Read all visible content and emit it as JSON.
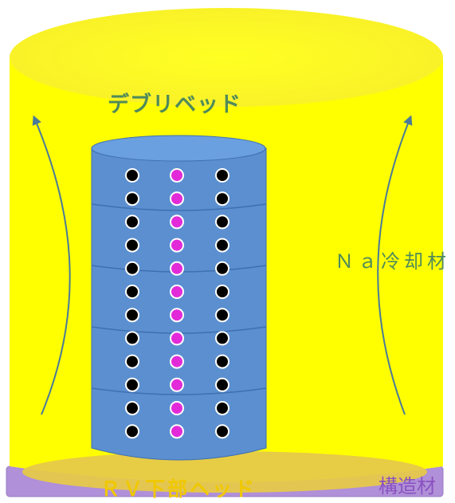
{
  "labels": {
    "debris_bed": "デブリベッド",
    "na_coolant": "Ｎａ冷却材",
    "rv_lower_head": "ＲＶ下部ヘッド",
    "structural_material": "構造材"
  },
  "colors": {
    "coolant_yellow": "#ffff00",
    "cylinder_blue": "#5b8fd0",
    "plate_purple": "#b090d8",
    "pin_black": "#000000",
    "pin_magenta": "#e22ad8",
    "arrow": "#4a7a99",
    "label_green": "#4f8a5a",
    "label_gold": "#f0c800",
    "label_purple": "#8a52c0"
  },
  "pin_rows": 12,
  "pin_columns": [
    "black",
    "magenta",
    "black"
  ],
  "cylinder_bands": 5
}
